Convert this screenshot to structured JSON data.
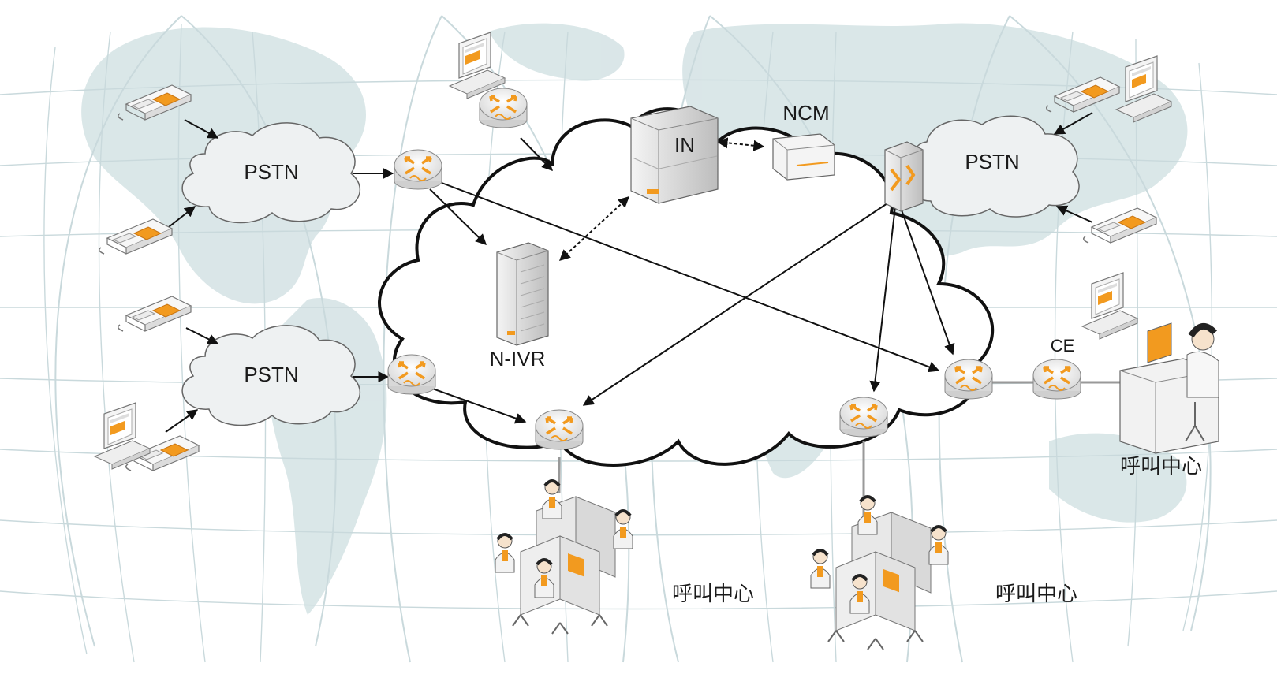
{
  "labels": {
    "pstn_top_left": "PSTN",
    "pstn_bottom_left": "PSTN",
    "pstn_right": "PSTN",
    "in": "IN",
    "ncm": "NCM",
    "nivr": "N-IVR",
    "ce": "CE",
    "cc_right": "呼叫中心",
    "cc_bottom_left": "呼叫中心",
    "cc_bottom_right": "呼叫中心"
  },
  "colors": {
    "accent_orange": "#f29a1f",
    "map_tint": "#d6e4e6",
    "grid": "#c9d9dc",
    "cloud_fill": "#eef1f2",
    "line": "#111111"
  },
  "icons": [
    "telephone-icon",
    "computer-icon",
    "router-icon",
    "server-tower-icon",
    "storage-device-icon",
    "switch-icon",
    "agent-cubicle-icon",
    "agent-desk-icon"
  ]
}
